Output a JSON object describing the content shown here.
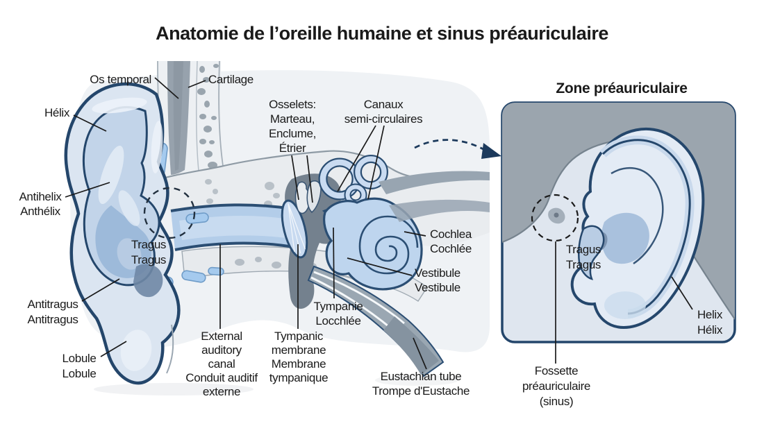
{
  "title": "Anatomie de l’oreille humaine et sinus préauriculaire",
  "main": {
    "labels": {
      "os_temporal": "Os temporal",
      "cartilage": "Cartilage",
      "helix": "Hélix",
      "antihelix": [
        "Antihelix",
        "Anthélix"
      ],
      "tragus": [
        "Tragus",
        "Tragus"
      ],
      "antitragus": [
        "Antitragus",
        "Antitragus"
      ],
      "lobule": [
        "Lobule",
        "Lobule"
      ],
      "ossicles": [
        "Osselets:",
        "Marteau,",
        "Enclume,",
        "Étrier"
      ],
      "semicircular_canals": [
        "Canaux",
        "semi-circulaires"
      ],
      "cochlea": [
        "Cochlea",
        "Cochlée"
      ],
      "vestibule": [
        "Vestibule",
        "Vestibule"
      ],
      "tympanic_cavity": [
        "Tympanie",
        "Locchlée"
      ],
      "external_auditory_canal": [
        "External",
        "auditory",
        "canal",
        "Conduit auditif",
        "externe"
      ],
      "tympanic_membrane": [
        "Tympanic",
        "membrane",
        "Membrane",
        "tympanique"
      ],
      "eustachian_tube": [
        "Eustachian tube",
        "Trompe d'Eustache"
      ]
    }
  },
  "inset": {
    "title": "Zone préauriculaire",
    "labels": {
      "tragus": [
        "Tragus",
        "Tragus"
      ],
      "helix": [
        "Helix",
        "Hélix"
      ],
      "preauricular_pit": [
        "Fossette",
        "préauriculaire",
        "(sinus)"
      ]
    }
  },
  "colors": {
    "outline_navy": "#24466B",
    "ear_light_blue": "#DBE5F1",
    "ear_mid_blue": "#C2D4E9",
    "concha_blue": "#9DBADA",
    "canal_blue": "#B3CDE9",
    "inner_ear_blue": "#BED5EE",
    "bone_gray": "#E9ECEF",
    "speckle_gray": "#9AA5AE",
    "cartilage_gray": "#97A2AD",
    "cavity_gray": "#74818E",
    "tube_gray": "#9AA7B2",
    "hair_gray": "#9BA5AE",
    "panel_skin": "#DFE6EF",
    "label_text": "#1A1A1A",
    "background": "#FFFFFF"
  }
}
